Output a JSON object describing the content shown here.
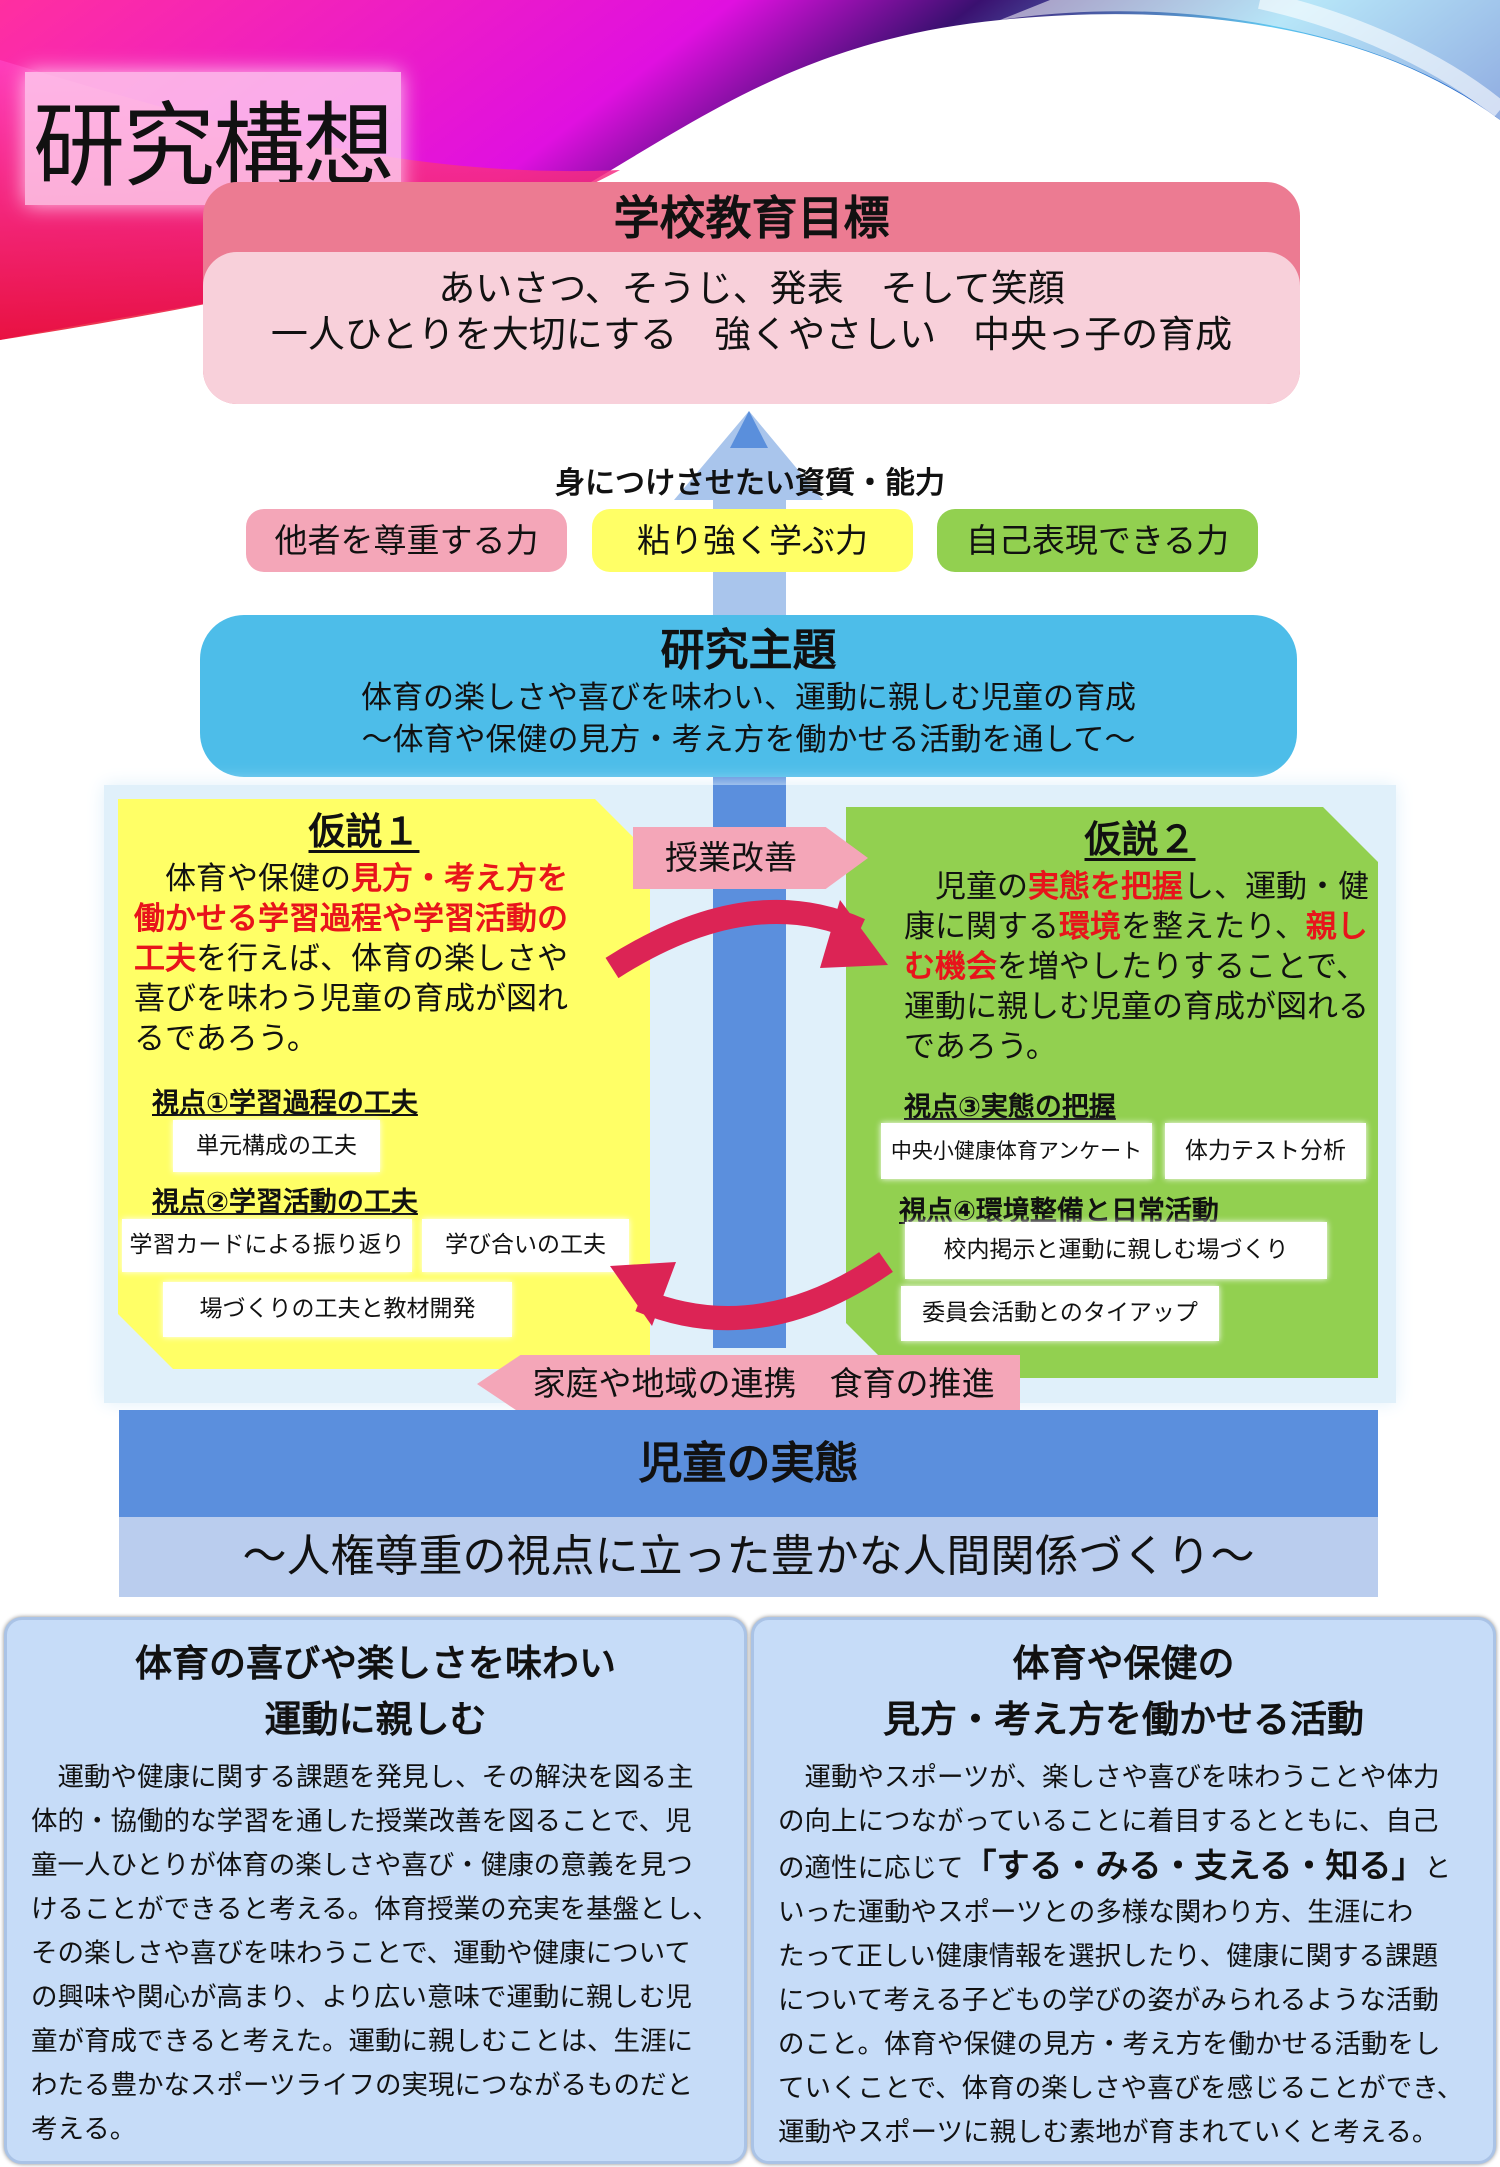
{
  "title": "研究構想",
  "school_goal": {
    "heading": "学校教育目標",
    "line1": "あいさつ、そうじ、発表　そして笑顔",
    "line2": "一人ひとりを大切にする　強くやさしい　中央っ子の育成"
  },
  "abilities": {
    "label": "身につけさせたい資質・能力",
    "items": [
      "他者を尊重する力",
      "粘り強く学ぶ力",
      "自己表現できる力"
    ]
  },
  "theme": {
    "heading": "研究主題",
    "line1": "体育の楽しさや喜びを味わい、運動に親しむ児童の育成",
    "line2": "～体育や保健の見方・考え方を働かせる活動を通して～"
  },
  "arrows": {
    "lesson": "授業改善",
    "home": "家庭や地域の連携　食育の推進"
  },
  "hyp1": {
    "title": "仮説１",
    "t1": "　体育や保健の",
    "r1": "見方・考え方を働かせる学習過程や学習活動の工夫",
    "t2": "を行えば、体育の楽しさや喜びを味わう児童の育成が図れるであろう。",
    "p1": "視点①学習過程の工夫",
    "p1_items": [
      "単元構成の工夫"
    ],
    "p2": "視点②学習活動の工夫",
    "p2_items": [
      "学習カードによる振り返り",
      "学び合いの工夫",
      "場づくりの工夫と教材開発"
    ]
  },
  "hyp2": {
    "title": "仮説２",
    "t1": "　児童の",
    "r1": "実態を把握",
    "t2": "し、運動・健康に関する",
    "r2": "環境",
    "t3": "を整えたり、",
    "r3": "親しむ機会",
    "t4": "を増やしたりすることで、運動に親しむ児童の育成が図れるであろう。",
    "p3": "視点③実態の把握",
    "p3_items": [
      "中央小健康体育アンケート",
      "体力テスト分析"
    ],
    "p4": "視点④環境整備と日常活動",
    "p4_items": [
      "校内掲示と運動に親しむ場づくり",
      "委員会活動とのタイアップ"
    ]
  },
  "state": {
    "heading": "児童の実態",
    "sub": "～人権尊重の視点に立った豊かな人間関係づくり～"
  },
  "left_box": {
    "h1": "体育の喜びや楽しさを味わい",
    "h2": "運動に親しむ",
    "lines": [
      "　運動や健康に関する課題を発見し、その解決を図る主",
      "体的・協働的な学習を通した授業改善を図ることで、児",
      "童一人ひとりが体育の楽しさや喜び・健康の意義を見つ",
      "けることができると考える。体育授業の充実を基盤とし、",
      "その楽しさや喜びを味わうことで、運動や健康について",
      "の興味や関心が高まり、より広い意味で運動に親しむ児",
      "童が育成できると考えた。運動に親しむことは、生涯に",
      "わたる豊かなスポーツライフの実現につながるものだと",
      "考える。"
    ]
  },
  "right_box": {
    "h1": "体育や保健の",
    "h2": "見方・考え方を働かせる活動",
    "l1": "　運動やスポーツが、楽しさや喜びを味わうことや体力",
    "l2": "の向上につながっていることに着目するとともに、自己",
    "l3a": "の適性に応じて",
    "l3b": "「する・みる・支える・知る」",
    "l3c": "と",
    "lines": [
      "いった運動やスポーツとの多様な関わり方、生涯にわ",
      "たって正しい健康情報を選択したり、健康に関する課題",
      "について考える子どもの学びの姿がみられるような活動",
      "のこと。体育や保健の見方・考え方を働かせる活動をし",
      "ていくことで、体育の楽しさや喜びを感じることができ、",
      "運動やスポーツに親しむ素地が育まれていくと考える。"
    ]
  },
  "colors": {
    "goal_header": "#ec7b92",
    "goal_body": "#f8d0da",
    "theme": "#4dbde9",
    "hyp1": "#ffff66",
    "hyp2": "#92d050",
    "state": "#5b8fdd",
    "red": "#e8141b",
    "curve": "#dc2455"
  }
}
